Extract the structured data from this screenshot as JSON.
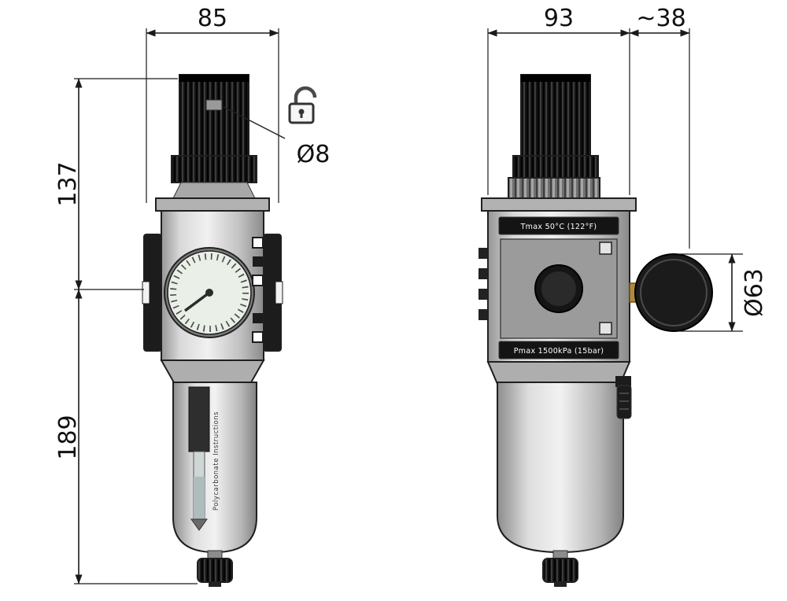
{
  "drawing": {
    "front_view": {
      "dim_width": "85",
      "dim_height_upper": "137",
      "dim_height_lower": "189",
      "knob_callout": "Ø8",
      "bowl_label": "Polycarbonate Instructions"
    },
    "side_view": {
      "dim_width": "93",
      "dim_gauge_offset": "~38",
      "dim_gauge_diameter": "Ø63",
      "plate_top": "Tmax 50°C (122°F)",
      "plate_bottom": "Pmax 1500kPa (15bar)"
    },
    "icons": {
      "lock": "open-padlock-icon"
    },
    "colors": {
      "line": "#1a1a1a",
      "body_gray": "#d9d9d9",
      "knob_black": "#141414",
      "brass": "#b08a3c",
      "gauge_face": "#eaefe8"
    }
  }
}
